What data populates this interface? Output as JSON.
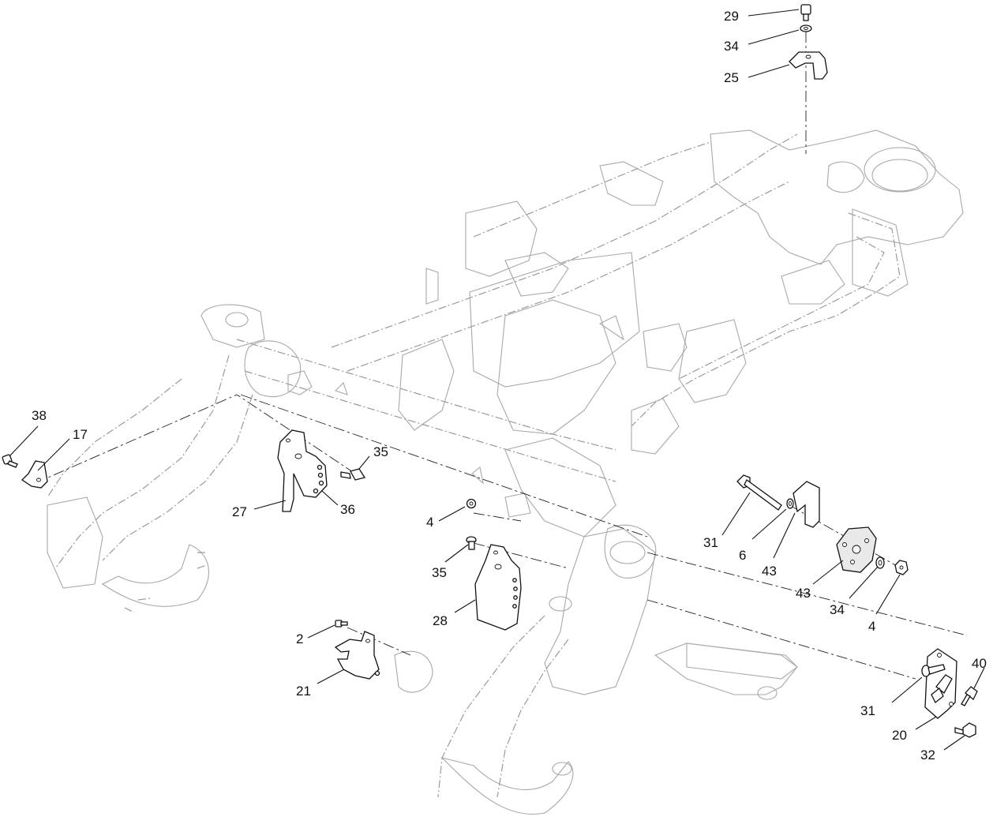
{
  "callouts": [
    {
      "id": "c29a",
      "label": "29"
    },
    {
      "id": "c34a",
      "label": "34"
    },
    {
      "id": "c25",
      "label": "25"
    },
    {
      "id": "c38",
      "label": "38"
    },
    {
      "id": "c17",
      "label": "17"
    },
    {
      "id": "c35a",
      "label": "35"
    },
    {
      "id": "c27",
      "label": "27"
    },
    {
      "id": "c36",
      "label": "36"
    },
    {
      "id": "c4a",
      "label": "4"
    },
    {
      "id": "c31a",
      "label": "31"
    },
    {
      "id": "c6",
      "label": "6"
    },
    {
      "id": "c43a",
      "label": "43"
    },
    {
      "id": "c35b",
      "label": "35"
    },
    {
      "id": "c43b",
      "label": "43"
    },
    {
      "id": "c34b",
      "label": "34"
    },
    {
      "id": "c28",
      "label": "28"
    },
    {
      "id": "c4b",
      "label": "4"
    },
    {
      "id": "c2",
      "label": "2"
    },
    {
      "id": "c21",
      "label": "21"
    },
    {
      "id": "c31b",
      "label": "31"
    },
    {
      "id": "c40",
      "label": "40"
    },
    {
      "id": "c20",
      "label": "20"
    },
    {
      "id": "c32",
      "label": "32"
    }
  ]
}
